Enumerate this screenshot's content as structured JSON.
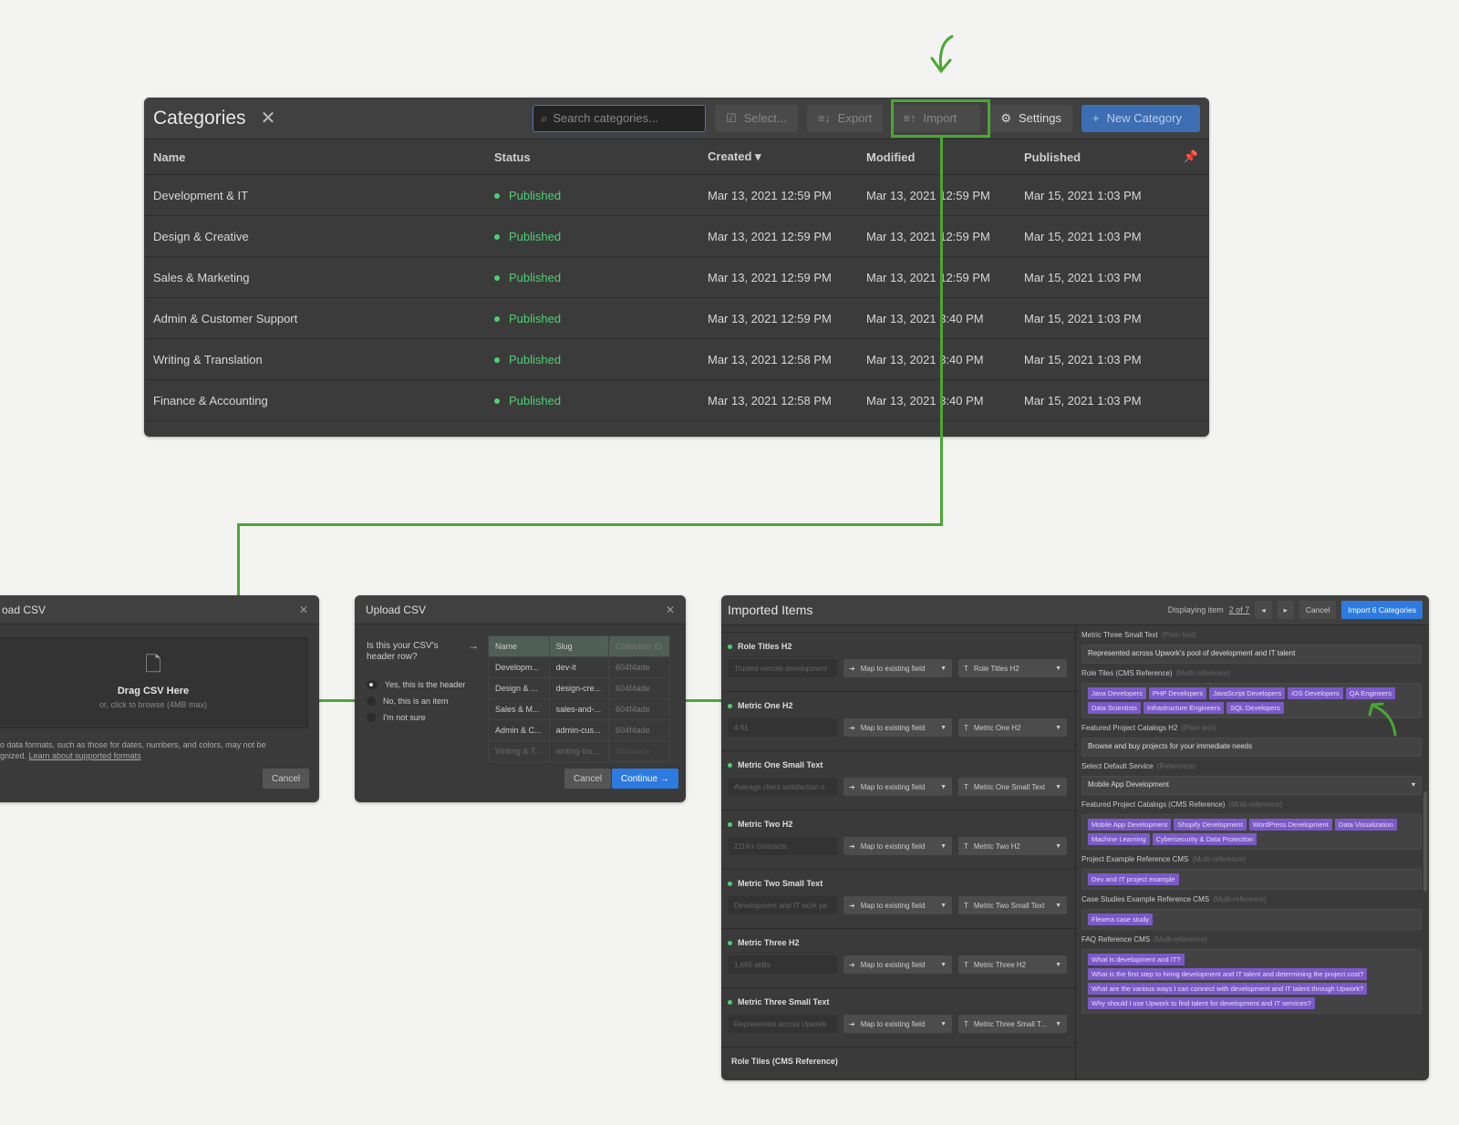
{
  "categories": {
    "title": "Categories",
    "search_placeholder": "Search categories...",
    "toolbar": {
      "select": "Select...",
      "export": "Export",
      "import": "Import",
      "settings": "Settings",
      "new_category": "New Category"
    },
    "columns": [
      "Name",
      "Status",
      "Created",
      "Modified",
      "Published"
    ],
    "sort_indicator": "▾",
    "rows": [
      {
        "name": "Development & IT",
        "status": "Published",
        "created": "Mar 13, 2021 12:59 PM",
        "modified": "Mar 13, 2021 12:59 PM",
        "published": "Mar 15, 2021 1:03 PM"
      },
      {
        "name": "Design & Creative",
        "status": "Published",
        "created": "Mar 13, 2021 12:59 PM",
        "modified": "Mar 13, 2021 12:59 PM",
        "published": "Mar 15, 2021 1:03 PM"
      },
      {
        "name": "Sales & Marketing",
        "status": "Published",
        "created": "Mar 13, 2021 12:59 PM",
        "modified": "Mar 13, 2021 12:59 PM",
        "published": "Mar 15, 2021 1:03 PM"
      },
      {
        "name": "Admin & Customer Support",
        "status": "Published",
        "created": "Mar 13, 2021 12:59 PM",
        "modified": "Mar 13, 2021 3:40 PM",
        "published": "Mar 15, 2021 1:03 PM"
      },
      {
        "name": "Writing & Translation",
        "status": "Published",
        "created": "Mar 13, 2021 12:58 PM",
        "modified": "Mar 13, 2021 3:40 PM",
        "published": "Mar 15, 2021 1:03 PM"
      },
      {
        "name": "Finance & Accounting",
        "status": "Published",
        "created": "Mar 13, 2021 12:58 PM",
        "modified": "Mar 13, 2021 3:40 PM",
        "published": "Mar 15, 2021 1:03 PM"
      }
    ]
  },
  "upload1": {
    "title": "oad CSV",
    "drag": "Drag CSV Here",
    "browse": "or, click to browse (4MB max)",
    "note": "o data formats, such as those for dates, numbers, and colors, may not be",
    "note2": "gnized.",
    "link": "Learn about supported formats",
    "cancel": "Cancel"
  },
  "upload2": {
    "title": "Upload CSV",
    "question": "Is this your CSV's header row?",
    "options": [
      "Yes, this is the header",
      "No, this is an item",
      "I'm not sure"
    ],
    "table": [
      [
        "Name",
        "Slug",
        "Collection ID"
      ],
      [
        "Developm...",
        "dev-it",
        "604f4ade"
      ],
      [
        "Design & ...",
        "design-cre...",
        "604f4ade"
      ],
      [
        "Sales & M...",
        "sales-and-...",
        "604f4ade"
      ],
      [
        "Admin & C...",
        "admin-cus...",
        "604f4ade"
      ],
      [
        "Writing & T...",
        "writing-tra...",
        "604f4ade"
      ]
    ],
    "cancel": "Cancel",
    "continue": "Continue →"
  },
  "imported": {
    "title": "Imported Items",
    "displaying": "Displaying item",
    "page": "2 of 7",
    "cancel": "Cancel",
    "import": "Import 6 Categories",
    "map_label": "Map to existing field",
    "items": [
      {
        "label": "Role Titles H2",
        "value": "Trusted remote development",
        "field": "Role Titles H2"
      },
      {
        "label": "Metric One H2",
        "value": "4.91",
        "field": "Metric One H2"
      },
      {
        "label": "Metric One Small Text",
        "value": "Average client satisfaction o",
        "field": "Metric One Small Text"
      },
      {
        "label": "Metric Two H2",
        "value": "211K+ contracts",
        "field": "Metric Two H2"
      },
      {
        "label": "Metric Two Small Text",
        "value": "Development and IT work pe",
        "field": "Metric Two Small Text"
      },
      {
        "label": "Metric Three H2",
        "value": "1,665 skills",
        "field": "Metric Three H2"
      },
      {
        "label": "Metric Three Small Text",
        "value": "Represented across Upwork",
        "field": "Metric Three Small T..."
      }
    ],
    "last_section": "Role Tiles (CMS Reference)",
    "preview": [
      {
        "label": "Metric Three Small Text",
        "type": "(Plain text)",
        "text": "Represented across Upwork's pool of development and IT talent"
      },
      {
        "label": "Role Tiles (CMS Reference)",
        "type": "(Multi-reference)",
        "tags": [
          "Java Developers",
          "PHP Developers",
          "JavaScript Developers",
          "iOS Developers",
          "QA Engineers",
          "Data Scientists",
          "Infrastructure Engineers",
          "SQL Developers"
        ]
      },
      {
        "label": "Featured Project Catalogs H2",
        "type": "(Plain text)",
        "text": "Browse and buy projects for your immediate needs"
      },
      {
        "label": "Select Default Service",
        "type": "(Reference)",
        "select": "Mobile App Development"
      },
      {
        "label": "Featured Project Catalogs (CMS Reference)",
        "type": "(Multi-reference)",
        "tags": [
          "Mobile App Development",
          "Shopify Development",
          "WordPress Development",
          "Data Visualization",
          "Machine Learning",
          "Cybersecurity & Data Protection"
        ]
      },
      {
        "label": "Project Example Reference CMS",
        "type": "(Multi-reference)",
        "tags": [
          "Dev and IT project example"
        ]
      },
      {
        "label": "Case Studies Example Reference CMS",
        "type": "(Multi-reference)",
        "tags": [
          "Flexera case study"
        ]
      },
      {
        "label": "FAQ Reference CMS",
        "type": "(Multi-reference)",
        "tags": [
          "What is development and IT?",
          "What is the first step to hiring development and IT talent and determining the project cost?",
          "What are the various ways I can connect with development and IT talent through Upwork?",
          "Why should I use Upwork to find talent for development and IT services?"
        ]
      }
    ]
  },
  "colors": {
    "accent_green": "#4aa832",
    "published": "#4cd070",
    "primary_blue": "#2d7be0",
    "tag_purple": "#7b5ac7"
  }
}
